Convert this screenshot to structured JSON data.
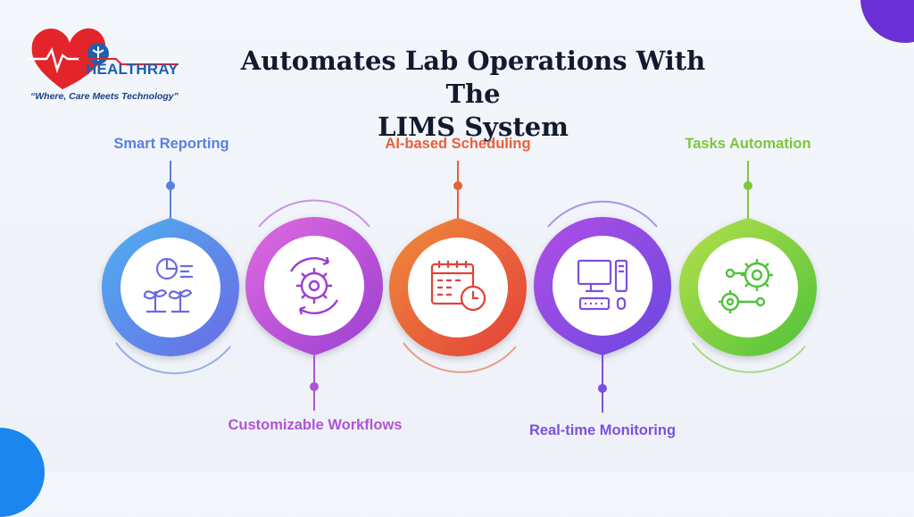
{
  "logo": {
    "brand": "HEALTHRAY",
    "tagline": "“Where, Care Meets Technology”"
  },
  "title": {
    "line1": "Automates Lab Operations With The",
    "line2": "LIMS System"
  },
  "steps": [
    {
      "label": "Smart Reporting",
      "color": "#5b7fe0",
      "icon": "plant-growth-chart-icon"
    },
    {
      "label": "Customizable Workflows",
      "color": "#b153d6",
      "icon": "gear-cycle-icon"
    },
    {
      "label": "AI-based Scheduling",
      "color": "#e9603c",
      "icon": "calendar-clock-icon"
    },
    {
      "label": "Real-time Monitoring",
      "color": "#7c4fe0",
      "icon": "computer-monitor-icon"
    },
    {
      "label": "Tasks Automation",
      "color": "#7fc63a",
      "icon": "gears-icon"
    }
  ]
}
